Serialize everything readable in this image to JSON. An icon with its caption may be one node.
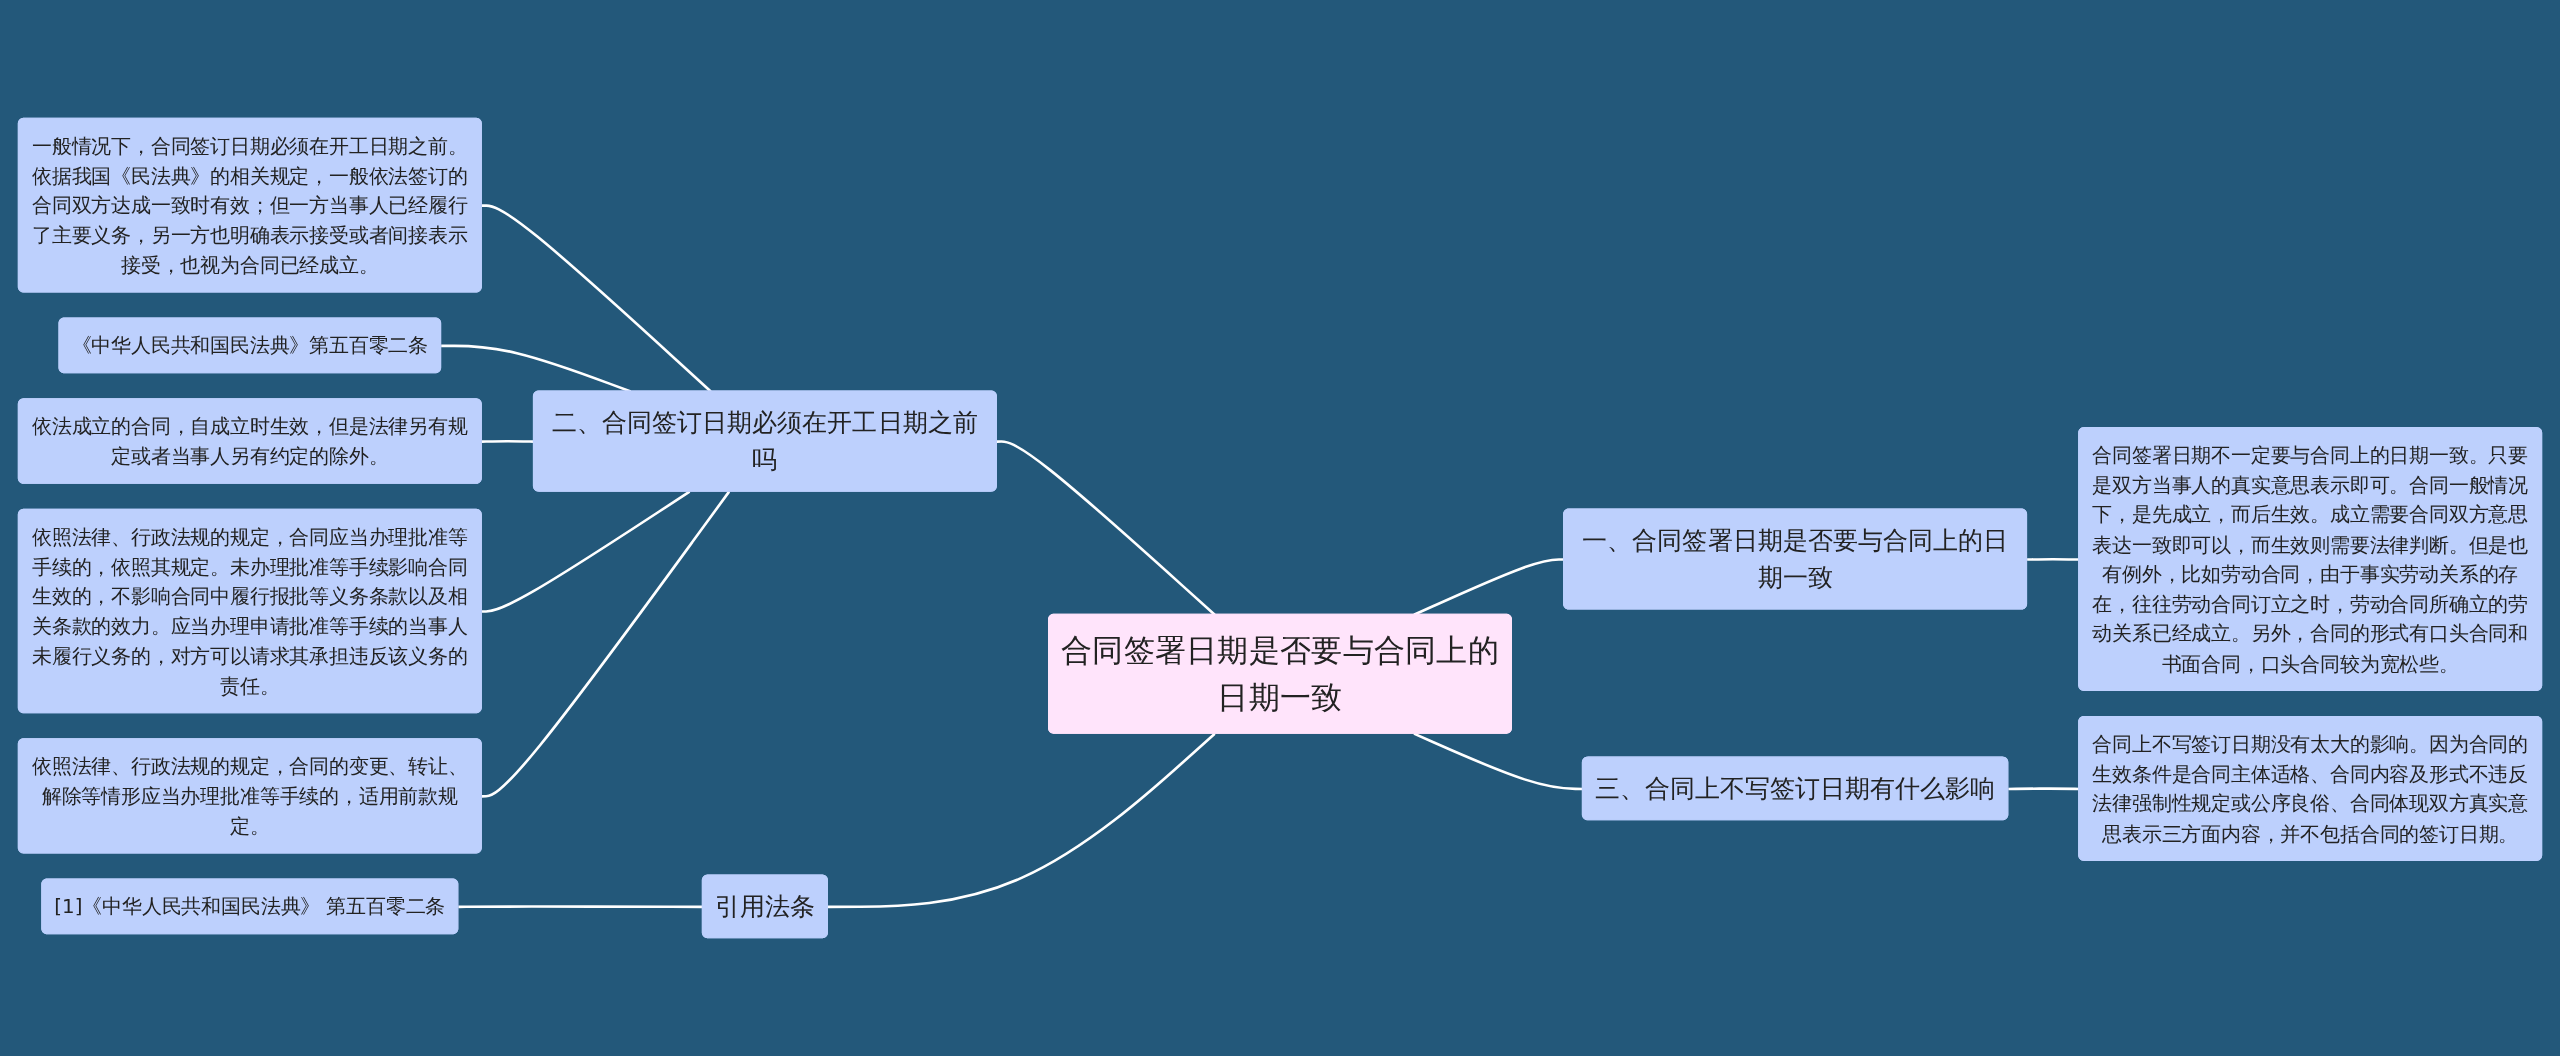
{
  "diagram": {
    "nodes": [
      {
        "text": [
          "合同签署日期是否要与合同上的日期一致"
        ]
      },
      {
        "text": [
          "一、合同签署日期是否要与合同上的日期一致"
        ]
      },
      {
        "text": [
          "合同签署日期不一定要与合同上的日期一致。只要是双方当事人的真实意思表示即可。合同一般情况下，是先成立，而后生效。成立需要合同双方意思表达一致即可以，而生效则需要法律判断。但是也有例外，比如劳动合同，由于事实劳动关系的存在，往往劳动合同订立之时，劳动合同所确立的劳动关系已经成立。另外，合同的形式有口头合同和书面合同，口头合同较为宽松些。"
        ]
      },
      {
        "text": [
          "三、合同上不写签订日期有什么影响"
        ]
      },
      {
        "text": [
          "合同上不写签订日期没有太大的影响。因为合同的生效条件是合同主体适格、合同内容及形式不违反法律强制性规定或公序良俗、合同体现双方真实意思表示三方面内容，并不包括合同的签订日期。"
        ]
      },
      {
        "text": [
          "二、合同签订日期必须在开工日期之前吗"
        ]
      },
      {
        "text": [
          "一般情况下，合同签订日期必须在开工日期之前。依据我国《民法典》的相关规定，一般依法签订的合同双方达成一致时有效；但一方当事人已经履行了主要义务，另一方也明确表示接受或者间接表示接受，也视为合同已经成立。"
        ]
      },
      {
        "text": [
          "《中华人民共和国民法典》第五百零二条"
        ]
      },
      {
        "text": [
          "依法成立的合同，自成立时生效，但是法律另有规定或者当事人另有约定的除外。"
        ]
      },
      {
        "text": [
          "依照法律、行政法规的规定，合同应当办理批准等手续的，依照其规定。未办理批准等手续影响合同生效的，不影响合同中履行报批等义务条款以及相关条款的效力。应当办理申请批准等手续的当事人未履行义务的，对方可以请求其承担违反该义务的责任。"
        ]
      },
      {
        "text": [
          "依照法律、行政法规的规定，合同的变更、转让、解除等情形应当办理批准等手续的，适用前款规定。"
        ]
      },
      {
        "text": [
          "引用法条"
        ]
      },
      {
        "text": [
          "[1]《中华人民共和国民法典》 第五百零二条"
        ]
      }
    ],
    "edges": [
      {
        "from": 0,
        "to": 1,
        "arrow": "none"
      },
      {
        "from": 1,
        "to": 2,
        "arrow": "none"
      },
      {
        "from": 0,
        "to": 3,
        "arrow": "none"
      },
      {
        "from": 3,
        "to": 4,
        "arrow": "none"
      },
      {
        "from": 0,
        "to": 5,
        "arrow": "none"
      },
      {
        "from": 5,
        "to": 6,
        "arrow": "none"
      },
      {
        "from": 5,
        "to": 7,
        "arrow": "none"
      },
      {
        "from": 5,
        "to": 8,
        "arrow": "none"
      },
      {
        "from": 5,
        "to": 9,
        "arrow": "none"
      },
      {
        "from": 5,
        "to": 10,
        "arrow": "none"
      },
      {
        "from": 0,
        "to": 11,
        "arrow": "none"
      },
      {
        "from": 11,
        "to": 12,
        "arrow": "none"
      }
    ]
  }
}
